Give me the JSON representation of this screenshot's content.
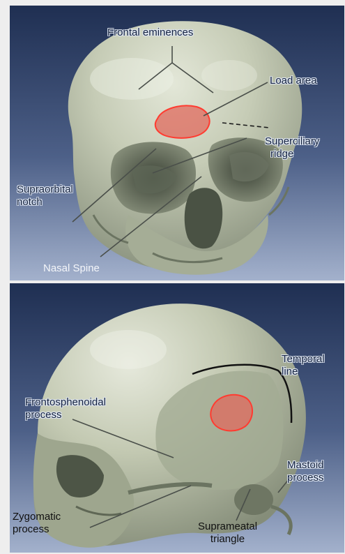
{
  "figure": {
    "top_view": {
      "labels": {
        "frontal_eminences": "Frontal eminences",
        "load_area": "Load area",
        "superciliary_ridge_line1": "Superciliary",
        "superciliary_ridge_line2": "ridge",
        "supraorbital_notch_line1": "Supraorbital",
        "supraorbital_notch_line2": "notch",
        "nasal_spine": "Nasal Spine"
      }
    },
    "side_view": {
      "labels": {
        "temporal_line_line1": "Temporal",
        "temporal_line_line2": "line",
        "frontosphenoidal_line1": "Frontosphenoidal",
        "frontosphenoidal_line2": "process",
        "mastoid_line1": "Mastoid",
        "mastoid_line2": "process",
        "zygomatic_line1": "Zygomatic",
        "zygomatic_line2": "process",
        "suprameatal_line1": "Suprameatal",
        "suprameatal_line2": "triangle"
      }
    },
    "colors": {
      "background_top": "#1f2f52",
      "background_bottom": "#8a9bbb",
      "bone": "#c6ccb6",
      "bone_shadow": "#7f8773",
      "load_area_fill": "#e06a5e",
      "load_area_stroke": "#ff3b30",
      "leader_line": "#4a4f4a"
    }
  }
}
